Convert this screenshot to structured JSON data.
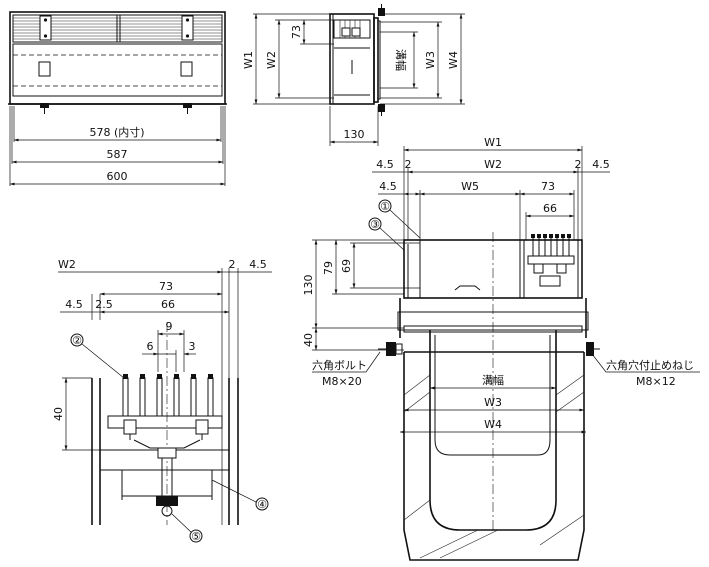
{
  "views": {
    "front": {
      "dims": {
        "inner": "578 (内寸)",
        "mid": "587",
        "outer": "600"
      }
    },
    "side": {
      "dims": {
        "w1": "W1",
        "w2": "W2",
        "h73": "73",
        "slot": "溝幅",
        "w3": "W3",
        "w4": "W4",
        "depth": "130"
      }
    },
    "section": {
      "dims": {
        "w1": "W1",
        "gap_l": "2",
        "edge_l": "4.5",
        "w2": "W2",
        "gap_r": "2",
        "edge_r": "4.5",
        "edge_l2": "4.5",
        "w5": "W5",
        "d73": "73",
        "d66": "66",
        "h130": "130",
        "h79": "79",
        "h69": "69",
        "h40": "40",
        "slot": "溝幅",
        "w3": "W3",
        "w4": "W4"
      },
      "callouts": {
        "c1": "①",
        "c3": "③"
      },
      "notes": {
        "bolt_name": "六角ボルト",
        "bolt_size": "M8×20",
        "screw_name": "六角穴付止めねじ",
        "screw_size": "M8×12"
      }
    },
    "detail": {
      "dims": {
        "w2": "W2",
        "gap": "2",
        "edge": "4.5",
        "d73": "73",
        "edge_l": "4.5",
        "d25": "2.5",
        "d66": "66",
        "d9": "9",
        "d6": "6",
        "d3": "3",
        "h40": "40"
      },
      "callouts": {
        "c2": "②",
        "c4": "④",
        "c5": "⑤"
      }
    }
  }
}
